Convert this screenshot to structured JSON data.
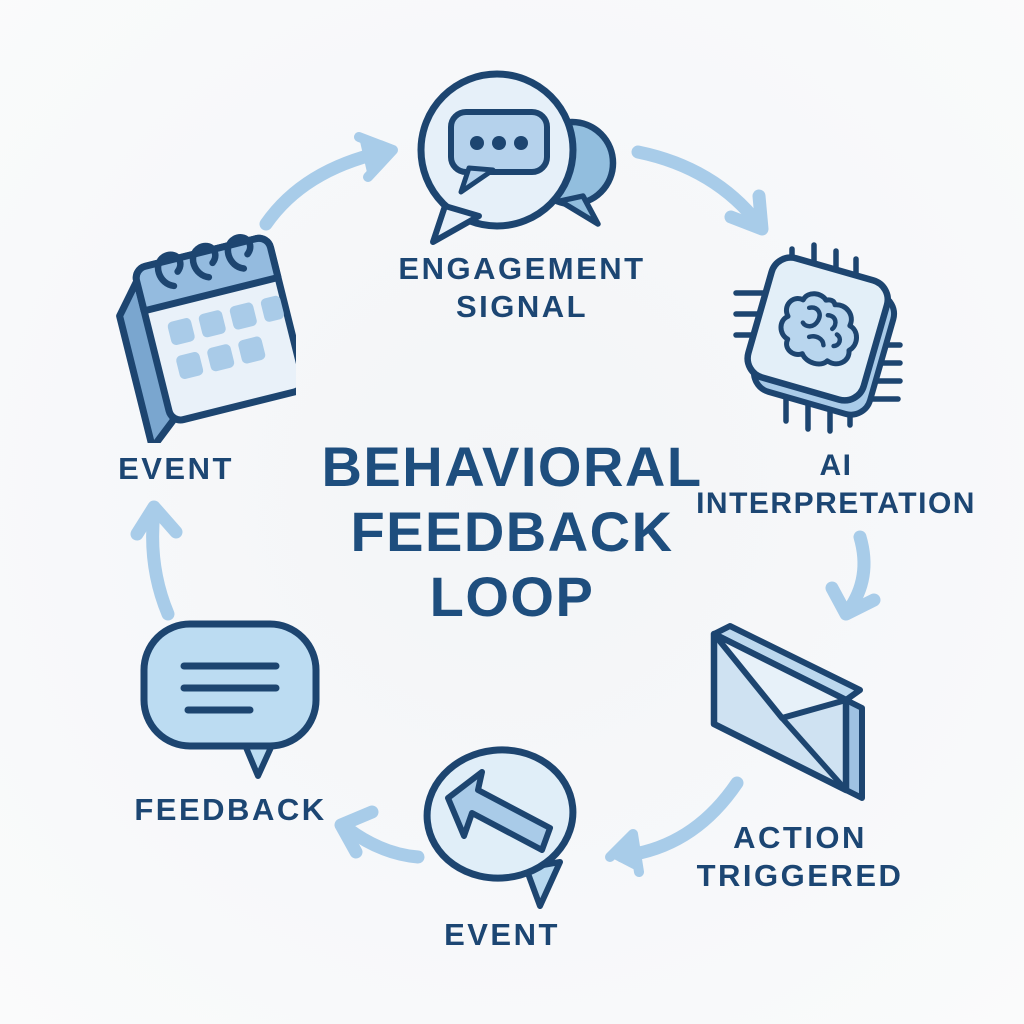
{
  "title": {
    "lines": [
      "BEHAVIORAL",
      "FEEDBACK",
      "LOOP"
    ]
  },
  "nodes": {
    "event_calendar": {
      "icon": "calendar-icon",
      "lines": [
        "EVENT"
      ]
    },
    "engagement_signal": {
      "icon": "chat-bubbles-icon",
      "lines": [
        "ENGAGEMENT",
        "SIGNAL"
      ]
    },
    "ai_interpretation": {
      "icon": "ai-chip-brain-icon",
      "lines": [
        "AI",
        "INTERPRETATION"
      ]
    },
    "action_triggered": {
      "icon": "envelope-icon",
      "lines": [
        "ACTION",
        "TRIGGERED"
      ]
    },
    "event_reply": {
      "icon": "reply-arrow-bubble-icon",
      "lines": [
        "EVENT"
      ]
    },
    "feedback": {
      "icon": "feedback-message-bubble-icon",
      "lines": [
        "FEEDBACK"
      ]
    }
  },
  "colors": {
    "background": "#f7f8f9",
    "outline_navy": "#1d4570",
    "title_blue": "#1e4e7e",
    "label_navy": "#1c4673",
    "fill_light": "#e6f0f9",
    "fill_lighter": "#dcebf7",
    "fill_medium": "#a9cbe8",
    "fill_bubble": "#bcdcf2",
    "arrow_blue": "#a8cce9"
  }
}
